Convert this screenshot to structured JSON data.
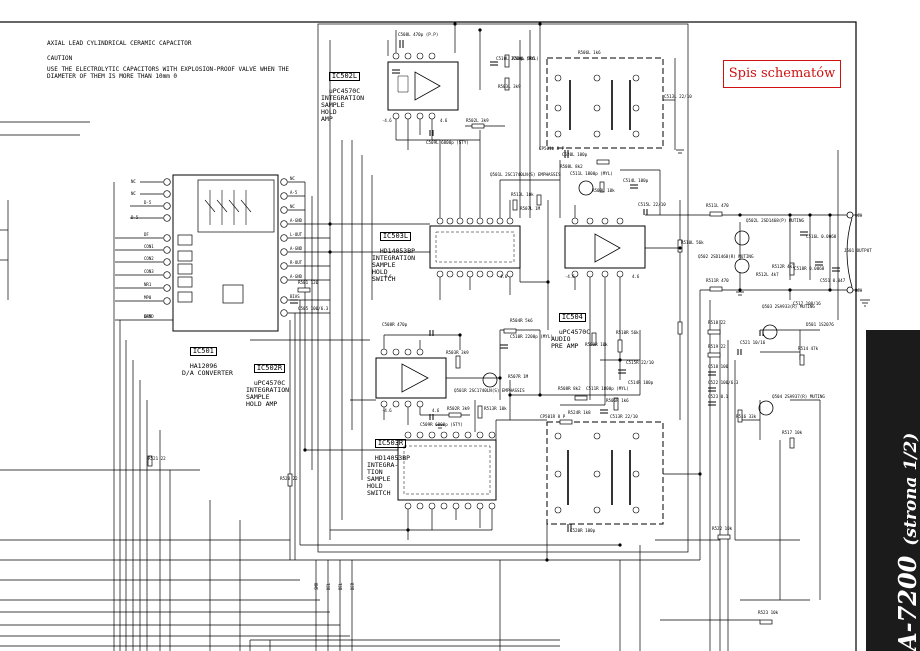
{
  "notes": {
    "capacitor": "AXIAL LEAD CYLINDRICAL CERAMIC CAPACITOR",
    "caution_title": "CAUTION",
    "caution_text": "USE THE ELECTROLYTIC CAPACITORS WITH EXPLOSION-PROOF VALVE WHEN THE\nDIAMETER OF THEM IS MORE THAN 10mm 0"
  },
  "link_button": "Spis schematów",
  "sidebar": {
    "model": "A-7200",
    "page": "(strona 1/2)"
  },
  "ics": {
    "ic502l": {
      "name": "IC502L",
      "desc": "uPC4570C\nINTEGRATION\nSAMPLE\nHOLD\nAMP"
    },
    "ic503l": {
      "name": "IC503L",
      "desc": "HD14053BP\nINTEGRATION\nSAMPLE\nHOLD\nSWITCH"
    },
    "ic504": {
      "name": "IC504",
      "desc": "uPC4570C\nAUDIO\nPRE AMP"
    },
    "ic501": {
      "name": "IC501",
      "desc": "HA12096\nD/A CONVERTER"
    },
    "ic502r": {
      "name": "IC502R",
      "desc": "uPC4570C\nINTEGRATION\nSAMPLE\nHOLD AMP"
    },
    "ic503r": {
      "name": "IC503R",
      "desc": "HD14053BP\nINTEGRA-\nTION\nSAMPLE\nHOLD\nSWITCH"
    }
  },
  "components": [
    {
      "ref": "C508L",
      "val": "470p (P.P)"
    },
    {
      "ref": "C510L",
      "val": "2200p (MYL)"
    },
    {
      "ref": "R504L",
      "val": "5k6"
    },
    {
      "ref": "R503L",
      "val": "3k9"
    },
    {
      "ref": "R506L",
      "val": "1k6"
    },
    {
      "ref": "R502L",
      "val": "3k9"
    },
    {
      "ref": "C509L",
      "val": "6800p (STY)"
    },
    {
      "ref": "C513L",
      "val": "22/10"
    },
    {
      "ref": "CP501L",
      "val": "8 P"
    },
    {
      "ref": "C520L",
      "val": "100p"
    },
    {
      "ref": "Q501L",
      "val": "2SC1740LN(S) EMPHASSIS"
    },
    {
      "ref": "R513L",
      "val": "10k"
    },
    {
      "ref": "R507L",
      "val": "1M"
    },
    {
      "ref": "R508L",
      "val": "8k2"
    },
    {
      "ref": "C511L",
      "val": "1800p (MYL)"
    },
    {
      "ref": "R509L",
      "val": "10k"
    },
    {
      "ref": "C514L",
      "val": "100p"
    },
    {
      "ref": "C515L",
      "val": "22/10"
    },
    {
      "ref": "R511L",
      "val": "470"
    },
    {
      "ref": "Q502L",
      "val": "2SD1468(P) MUTING"
    },
    {
      "ref": "C516L",
      "val": "0.0068"
    },
    {
      "ref": "R510L",
      "val": "56k"
    },
    {
      "ref": "Q502",
      "val": "2SD1468(R) MUTING"
    },
    {
      "ref": "R512L",
      "val": "4k7"
    },
    {
      "ref": "R512R",
      "val": "4k7"
    },
    {
      "ref": "C518R",
      "val": "0.0068"
    },
    {
      "ref": "C551",
      "val": "0.047"
    },
    {
      "ref": "J501",
      "val": "OUTPUT"
    },
    {
      "ref": "R511R",
      "val": "470"
    },
    {
      "ref": "Q503",
      "val": "2SA933(R) MUTING"
    },
    {
      "ref": "C517",
      "val": "100/16"
    },
    {
      "ref": "D501",
      "val": "1S2076"
    },
    {
      "ref": "R518",
      "val": "22"
    },
    {
      "ref": "C521",
      "val": "10/16"
    },
    {
      "ref": "R514",
      "val": "47k"
    },
    {
      "ref": "R519",
      "val": "22"
    },
    {
      "ref": "C518",
      "val": "100"
    },
    {
      "ref": "C522",
      "val": "100/6.3"
    },
    {
      "ref": "C523",
      "val": "0.1"
    },
    {
      "ref": "R516",
      "val": "33k"
    },
    {
      "ref": "Q504",
      "val": "2SA937(R) MUTING"
    },
    {
      "ref": "R517",
      "val": "10k"
    },
    {
      "ref": "R522",
      "val": "10k"
    },
    {
      "ref": "R523",
      "val": "10k"
    },
    {
      "ref": "R501",
      "val": "120"
    },
    {
      "ref": "C505",
      "val": "100/6.3"
    },
    {
      "ref": "C508R",
      "val": "470p"
    },
    {
      "ref": "R504R",
      "val": "5k6"
    },
    {
      "ref": "C510R",
      "val": "2200p (MYL)"
    },
    {
      "ref": "R503R",
      "val": "3k9"
    },
    {
      "ref": "Q501R",
      "val": "2SC1740LN(S) EMPHASSIS"
    },
    {
      "ref": "R507R",
      "val": "1M"
    },
    {
      "ref": "R508R",
      "val": "8k2"
    },
    {
      "ref": "C511R",
      "val": "1800p (MYL)"
    },
    {
      "ref": "R506R",
      "val": "1k6"
    },
    {
      "ref": "C513R",
      "val": "22/10"
    },
    {
      "ref": "R524R",
      "val": "1k8"
    },
    {
      "ref": "R509R",
      "val": "10k"
    },
    {
      "ref": "R510R",
      "val": "56k"
    },
    {
      "ref": "C515R",
      "val": "22/10"
    },
    {
      "ref": "C514R",
      "val": "100p"
    },
    {
      "ref": "C509R",
      "val": "6800p (STY)"
    },
    {
      "ref": "R502R",
      "val": "3k9"
    },
    {
      "ref": "R513R",
      "val": "10k"
    },
    {
      "ref": "CP501R",
      "val": "8 P"
    },
    {
      "ref": "C520R",
      "val": "100p"
    },
    {
      "ref": "R521",
      "val": "22"
    },
    {
      "ref": "R520",
      "val": "22"
    }
  ],
  "ic501_pins_left": [
    "DF",
    "CON1",
    "CON2",
    "CON3",
    "NR1",
    "MP0",
    "GNMD",
    "DF5",
    "D-5"
  ],
  "ic501_pins_right": [
    "NC",
    "A-5",
    "NC",
    "A-GND",
    "L-OUT",
    "A-GND",
    "R-OUT",
    "A-GND",
    "BIAS"
  ],
  "ic501_ports_left": [
    "NC",
    "NC",
    "D-5"
  ],
  "output_ports": [
    "LCH",
    "RCH"
  ],
  "bottom_labels": [
    "SMR",
    "DEL",
    "DEL",
    "DER"
  ],
  "supply_labels": [
    "-4.6",
    "4.6"
  ]
}
